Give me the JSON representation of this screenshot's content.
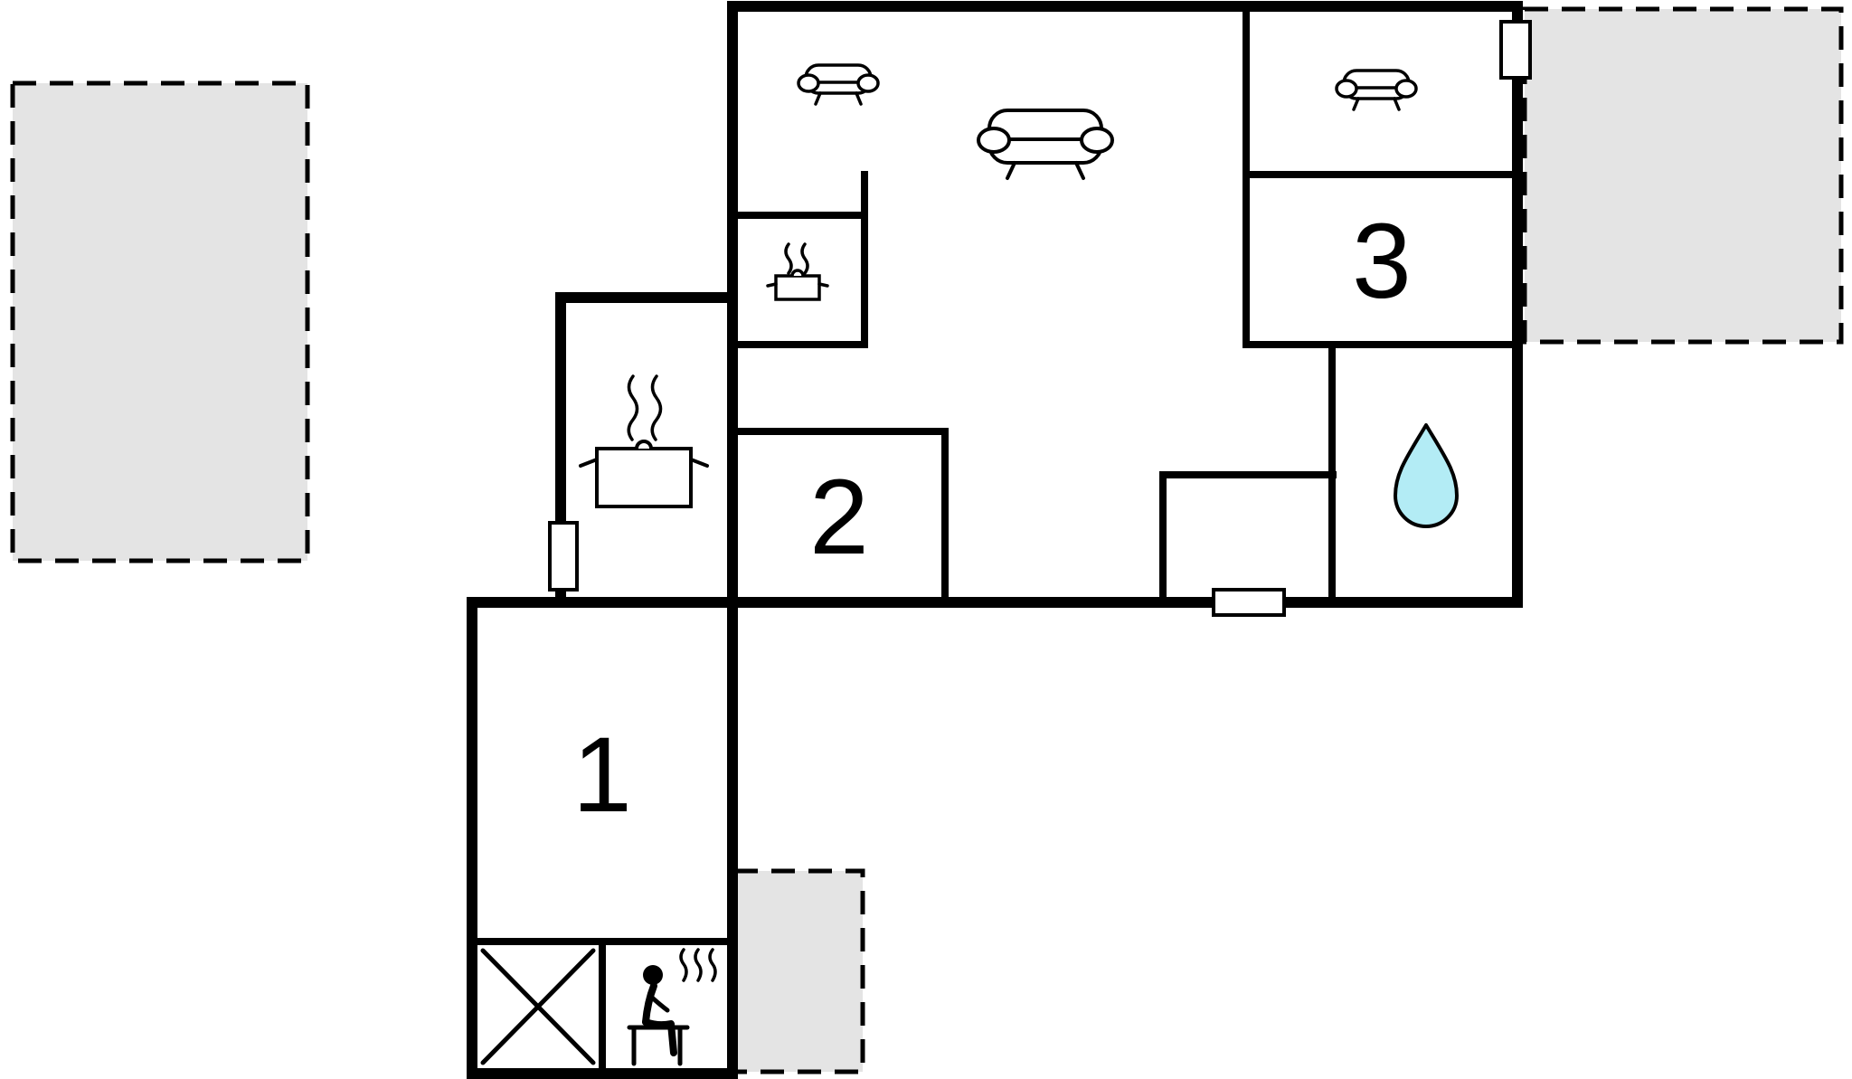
{
  "page": {
    "type": "floor-plan"
  },
  "colors": {
    "wall": "#000000",
    "terrace": "#e4e4e4",
    "water": "#b3ecf5",
    "bg": "#ffffff"
  },
  "rooms": [
    {
      "label": "1"
    },
    {
      "label": "2"
    },
    {
      "label": "3"
    }
  ],
  "icons": {
    "sofa": "sofa-icon",
    "sofa_large": "large-sofa-icon",
    "stove_pot": "cooking-pot-icon",
    "kitchen_pot": "large-cooking-pot-icon",
    "steam": "steam-icon",
    "water_drop": "water-drop-icon",
    "sauna": "sauna-icon",
    "crossed_area": "crossed-box-icon",
    "door": "door-window-marker",
    "terrace_area": "terrace-dashed-area"
  }
}
